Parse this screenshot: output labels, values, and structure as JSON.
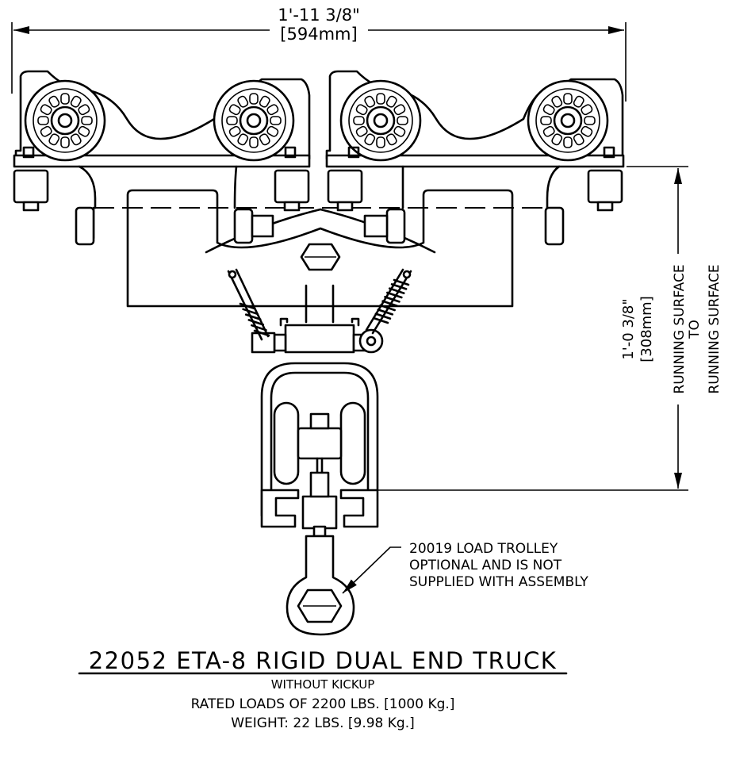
{
  "dimensions": {
    "width_imperial": "1'-11 3/8\"",
    "width_metric": "[594mm]",
    "height_imperial": "1'-0 3/8\"",
    "height_metric": "[308mm]",
    "height_label_line1": "RUNNING SURFACE",
    "height_label_line2": "TO",
    "height_label_line3": "RUNNING SURFACE"
  },
  "callout": {
    "line1": "20019 LOAD TROLLEY",
    "line2": "OPTIONAL AND IS NOT",
    "line3": "SUPPLIED WITH ASSEMBLY"
  },
  "title_block": {
    "title": "22052 ETA-8 RIGID DUAL END TRUCK",
    "subtitle": "WITHOUT KICKUP",
    "rated_loads": "RATED LOADS OF 2200 LBS. [1000 Kg.]",
    "weight": "WEIGHT: 22 LBS. [9.98 Kg.]"
  }
}
